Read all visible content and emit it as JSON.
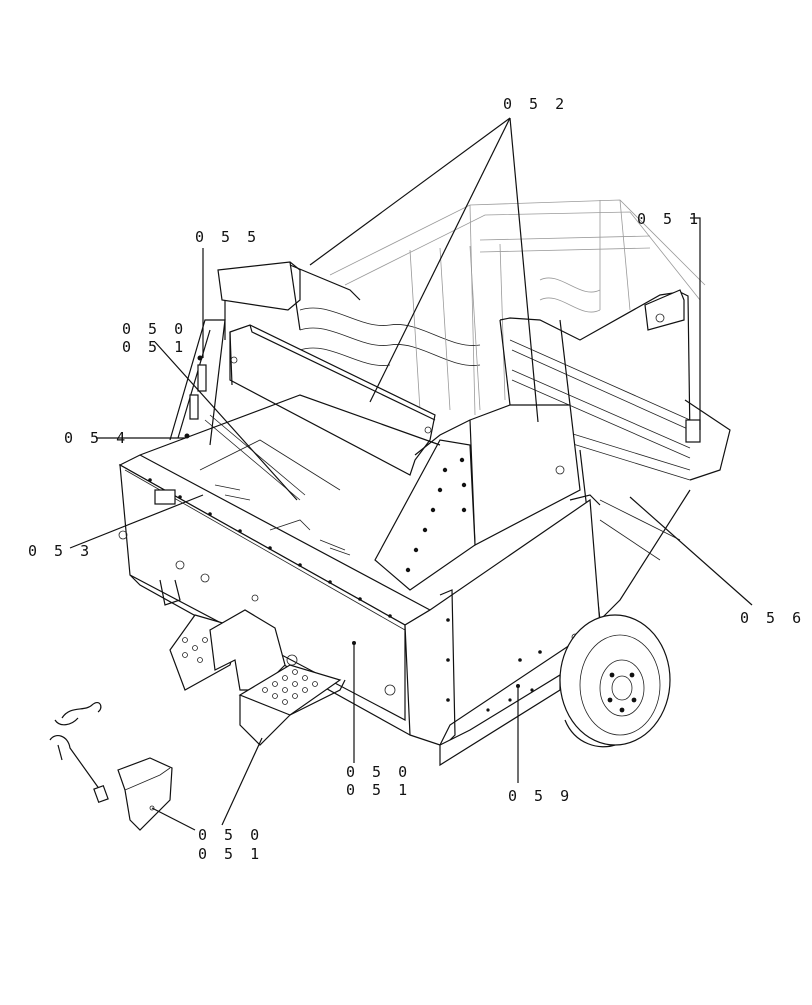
{
  "callouts": {
    "c052": "0 5 2",
    "c051_top": "0 5 1",
    "c055": "0 5 5",
    "c050_a": "0 5 0",
    "c051_a": "0 5 1",
    "c054": "0 5 4",
    "c053": "0 5 3",
    "c056": "0 5 6",
    "c050_b": "0 5 0",
    "c051_b": "0 5 1",
    "c059": "0 5 9",
    "c050_c": "0 5 0",
    "c051_c": "0 5 1"
  }
}
